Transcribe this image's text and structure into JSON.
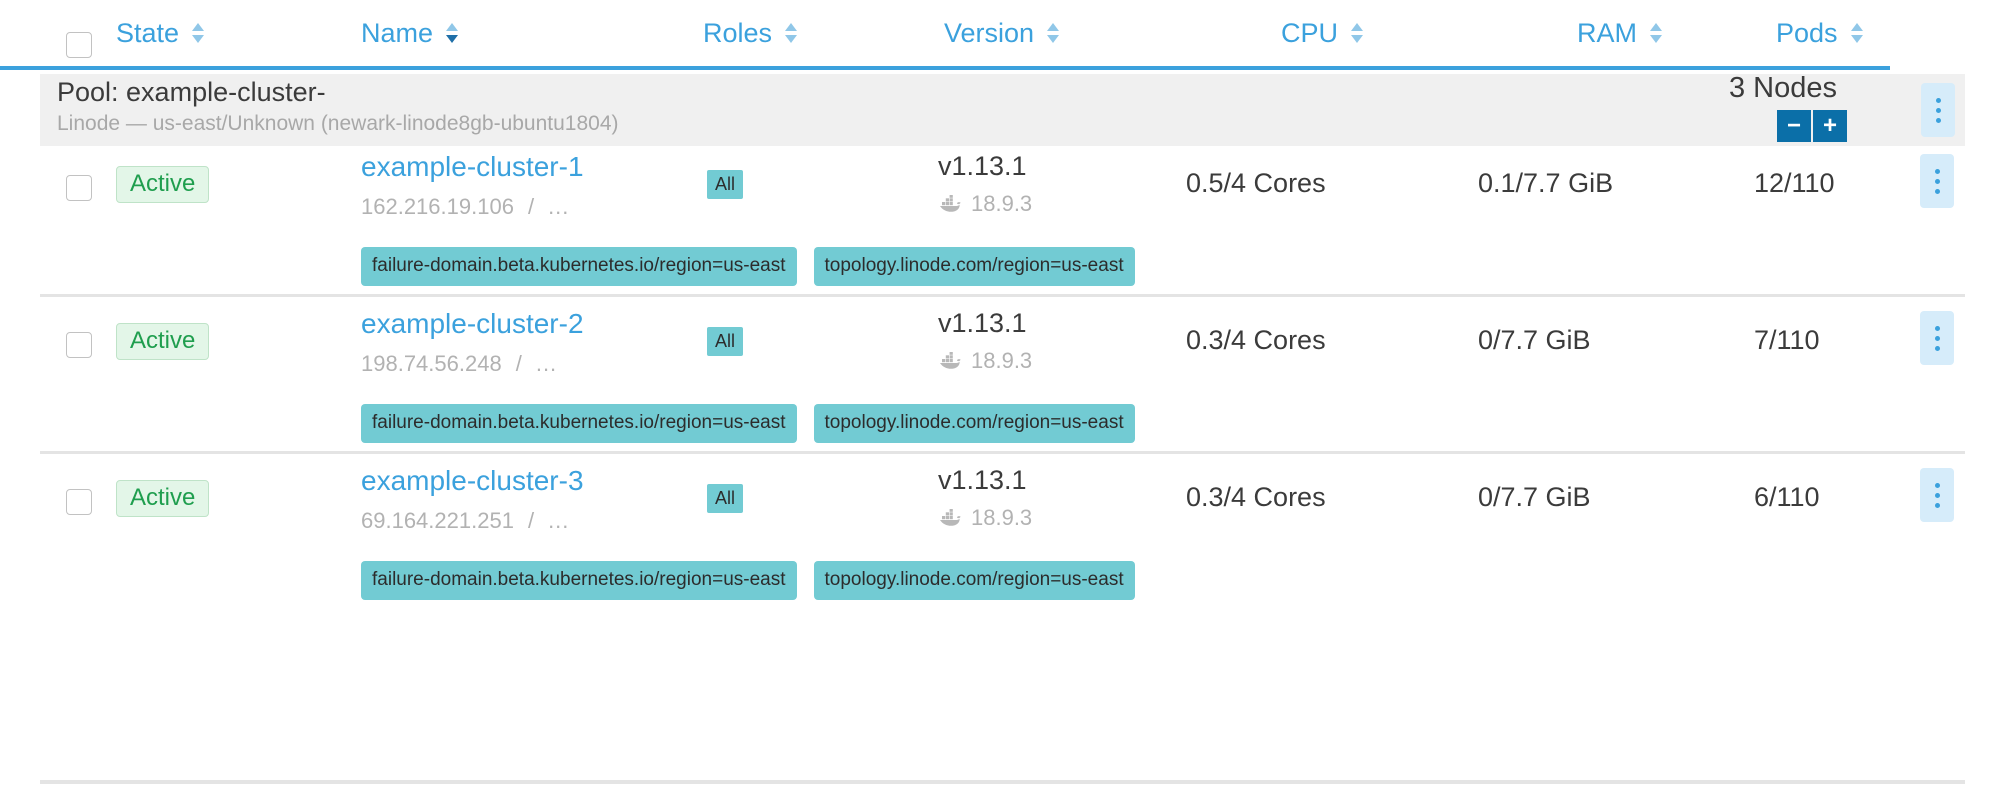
{
  "table": {
    "columns": [
      {
        "key": "state",
        "label": "State",
        "sort_icon": "sort-chevrons-icon",
        "sorted": false
      },
      {
        "key": "name",
        "label": "Name",
        "sort_icon": "sort-chevrons-icon",
        "sorted": true
      },
      {
        "key": "roles",
        "label": "Roles",
        "sort_icon": "sort-chevrons-icon",
        "sorted": false
      },
      {
        "key": "version",
        "label": "Version",
        "sort_icon": "sort-chevrons-icon",
        "sorted": false
      },
      {
        "key": "cpu",
        "label": "CPU",
        "sort_icon": "sort-chevrons-icon",
        "sorted": false
      },
      {
        "key": "ram",
        "label": "RAM",
        "sort_icon": "sort-chevrons-icon",
        "sorted": false
      },
      {
        "key": "pods",
        "label": "Pods",
        "sort_icon": "sort-chevrons-icon",
        "sorted": false
      }
    ],
    "select_all_checkbox": {
      "checked": false
    }
  },
  "pool": {
    "title": "Pool: example-cluster-",
    "subtitle": "Linode — us-east/Unknown (newark-linode8gb-ubuntu1804)",
    "node_count_label": "3 Nodes",
    "decrement_label": "−",
    "increment_label": "+",
    "menu_icon": "kebab-menu-icon"
  },
  "nodes": [
    {
      "checkbox": {
        "checked": false
      },
      "state": "Active",
      "name": "example-cluster-1",
      "ip": "162.216.19.106",
      "ip_separator": "/",
      "ip_more": "...",
      "roles": "All",
      "version": "v1.13.1",
      "docker_icon": "docker-whale-icon",
      "docker_version": "18.9.3",
      "cpu": "0.5/4 Cores",
      "ram": "0.1/7.7 GiB",
      "pods": "12/110",
      "menu_icon": "kebab-menu-icon",
      "labels": [
        "failure-domain.beta.kubernetes.io/region=us-east",
        "topology.linode.com/region=us-east"
      ]
    },
    {
      "checkbox": {
        "checked": false
      },
      "state": "Active",
      "name": "example-cluster-2",
      "ip": "198.74.56.248",
      "ip_separator": "/",
      "ip_more": "...",
      "roles": "All",
      "version": "v1.13.1",
      "docker_icon": "docker-whale-icon",
      "docker_version": "18.9.3",
      "cpu": "0.3/4 Cores",
      "ram": "0/7.7 GiB",
      "pods": "7/110",
      "menu_icon": "kebab-menu-icon",
      "labels": [
        "failure-domain.beta.kubernetes.io/region=us-east",
        "topology.linode.com/region=us-east"
      ]
    },
    {
      "checkbox": {
        "checked": false
      },
      "state": "Active",
      "name": "example-cluster-3",
      "ip": "69.164.221.251",
      "ip_separator": "/",
      "ip_more": "...",
      "roles": "All",
      "version": "v1.13.1",
      "docker_icon": "docker-whale-icon",
      "docker_version": "18.9.3",
      "cpu": "0.3/4 Cores",
      "ram": "0/7.7 GiB",
      "pods": "6/110",
      "menu_icon": "kebab-menu-icon",
      "labels": [
        "failure-domain.beta.kubernetes.io/region=us-east",
        "topology.linode.com/region=us-east"
      ]
    }
  ],
  "colors": {
    "accent": "#3ba1dd",
    "header_rule": "#3ba1dd",
    "pool_bg": "#f0f0f0",
    "status_text": "#1f9e4e",
    "status_bg": "#e3f6e8",
    "chip_bg": "#72cbd3",
    "stepper_bg": "#0b6fa8",
    "kebab_bg": "#d6ecfa"
  }
}
